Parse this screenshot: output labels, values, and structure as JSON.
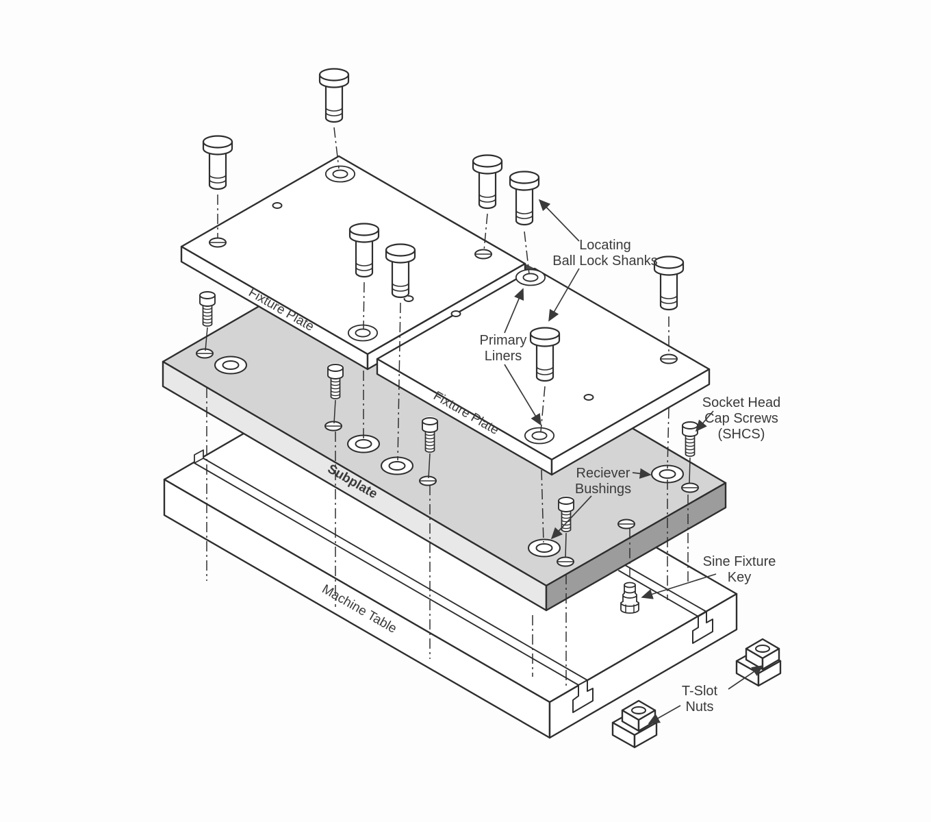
{
  "diagram": {
    "callouts": {
      "locating": {
        "lines": [
          "Locating",
          "Ball Lock Shanks"
        ]
      },
      "primary": {
        "lines": [
          "Primary",
          "Liners"
        ]
      },
      "shcs": {
        "lines": [
          "Socket Head",
          "Cap Screws",
          "(SHCS)"
        ]
      },
      "receiver": {
        "lines": [
          "Reciever",
          "Bushings"
        ]
      },
      "sine_key": {
        "lines": [
          "Sine Fixture",
          "Key"
        ]
      },
      "t_slot": {
        "lines": [
          "T-Slot",
          "Nuts"
        ]
      }
    },
    "plates": {
      "fixture_plate_left": "Fixture Plate",
      "fixture_plate_right": "Fixture Plate",
      "subplate": "Subplate",
      "machine_table": "Machine Table"
    },
    "colors": {
      "line": "#2e2e2e",
      "text": "#3a3a3a",
      "subplate_top": "#d4d4d4",
      "subplate_front": "#e8e8e8",
      "subplate_side": "#9c9c9c",
      "plate_fill": "#ffffff",
      "seam": "#4a4a4a"
    }
  }
}
